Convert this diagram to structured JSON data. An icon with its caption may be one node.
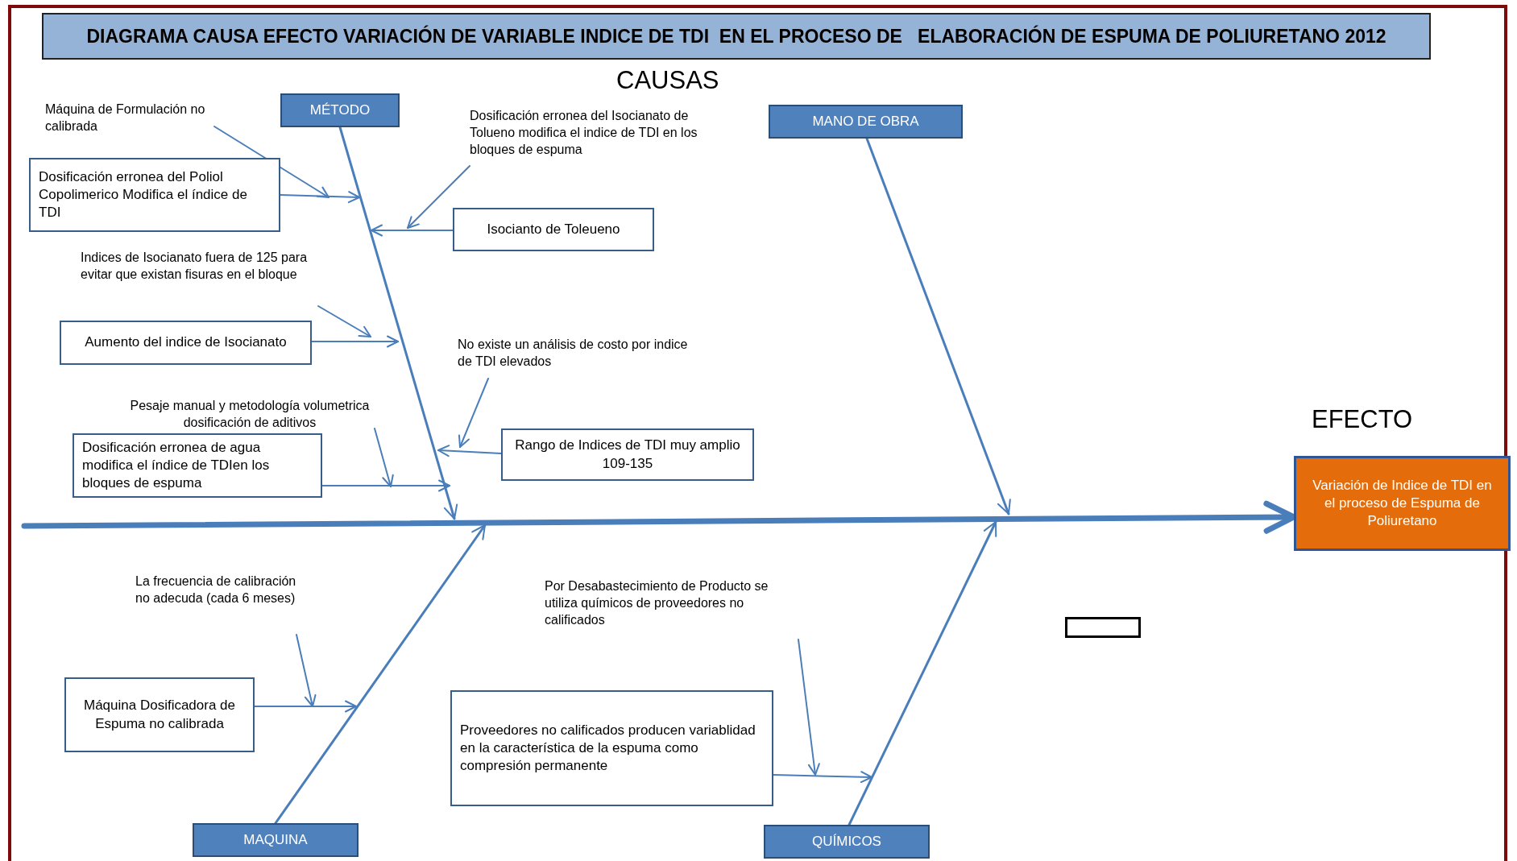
{
  "diagram": {
    "title": "DIAGRAMA CAUSA EFECTO VARIACIÓN DE VARIABLE INDICE DE TDI  EN EL PROCESO DE   ELABORACIÓN DE ESPUMA DE POLIURETANO 2012",
    "nodes": [
      {
        "text": [
          "MÉTODO"
        ]
      },
      {
        "text": [
          "MANO DE OBRA"
        ]
      },
      {
        "text": [
          "Máquina de Formulación no calibrada"
        ]
      },
      {
        "text": [
          "Dosificación erronea del  Poliol Copolimerico Modifica el índice de TDI"
        ]
      },
      {
        "text": [
          "Dosificación erronea del Isocianato de Tolueno modifica el indice de TDI en los bloques de espuma"
        ]
      },
      {
        "text": [
          "Isocianto de Toleueno"
        ]
      },
      {
        "text": [
          "Indices de Isocianato fuera de 125 para evitar que existan fisuras en el bloque"
        ]
      },
      {
        "text": [
          "Aumento del indice de Isocianato"
        ]
      },
      {
        "text": [
          "No existe un análisis de costo  por indice de TDI elevados"
        ]
      },
      {
        "text": [
          "Pesaje manual  y metodología volumetrica dosificación de aditivos"
        ]
      },
      {
        "text": [
          "Rango de Indices de TDI muy amplio 109-135"
        ]
      },
      {
        "text": [
          "Dosificación erronea  de agua modifica el  índice de TDIen los bloques de espuma"
        ]
      },
      {
        "text": [
          "Variación de Indice de TDI en el proceso de  Espuma de Poliuretano"
        ]
      },
      {
        "text": [
          "La frecuencia de calibración no  adecuda (cada 6 meses)"
        ]
      },
      {
        "text": [
          "Por Desabastecimiento de  Producto  se utiliza químicos de proveedores no calificados"
        ]
      },
      {
        "text": [
          "Máquina Dosificadora de Espuma no calibrada"
        ]
      },
      {
        "text": [
          "Proveedores  no calificados producen variablidad en la característica de la espuma como compresión permanente"
        ]
      },
      {
        "text": [
          "MAQUINA"
        ]
      },
      {
        "text": [
          "QUÍMICOS"
        ]
      },
      {
        "text": [],
        "shape": "box"
      }
    ],
    "edges": [
      {
        "from": 0,
        "to": null,
        "arrow": "to"
      },
      {
        "from": 1,
        "to": null,
        "arrow": "to"
      },
      {
        "from": 17,
        "to": null,
        "arrow": "to"
      },
      {
        "from": 18,
        "to": null,
        "arrow": "to"
      },
      {
        "from": null,
        "to": 12,
        "arrow": "to",
        "style": "thick"
      },
      {
        "from": 2,
        "to": null,
        "arrow": "to"
      },
      {
        "from": 3,
        "to": null,
        "arrow": "to"
      },
      {
        "from": 4,
        "to": null,
        "arrow": "to"
      },
      {
        "from": 5,
        "to": null,
        "arrow": "to"
      },
      {
        "from": 6,
        "to": null,
        "arrow": "to"
      },
      {
        "from": 7,
        "to": null,
        "arrow": "to"
      },
      {
        "from": 8,
        "to": null,
        "arrow": "to"
      },
      {
        "from": 9,
        "to": null,
        "arrow": "to"
      },
      {
        "from": 10,
        "to": null,
        "arrow": "to"
      },
      {
        "from": 11,
        "to": null,
        "arrow": "to"
      },
      {
        "from": 13,
        "to": null,
        "arrow": "to"
      },
      {
        "from": 14,
        "to": null,
        "arrow": "to"
      },
      {
        "from": 15,
        "to": null,
        "arrow": "to"
      },
      {
        "from": 16,
        "to": null,
        "arrow": "to"
      }
    ],
    "labels": [
      "CAUSAS",
      "EFECTO"
    ]
  }
}
